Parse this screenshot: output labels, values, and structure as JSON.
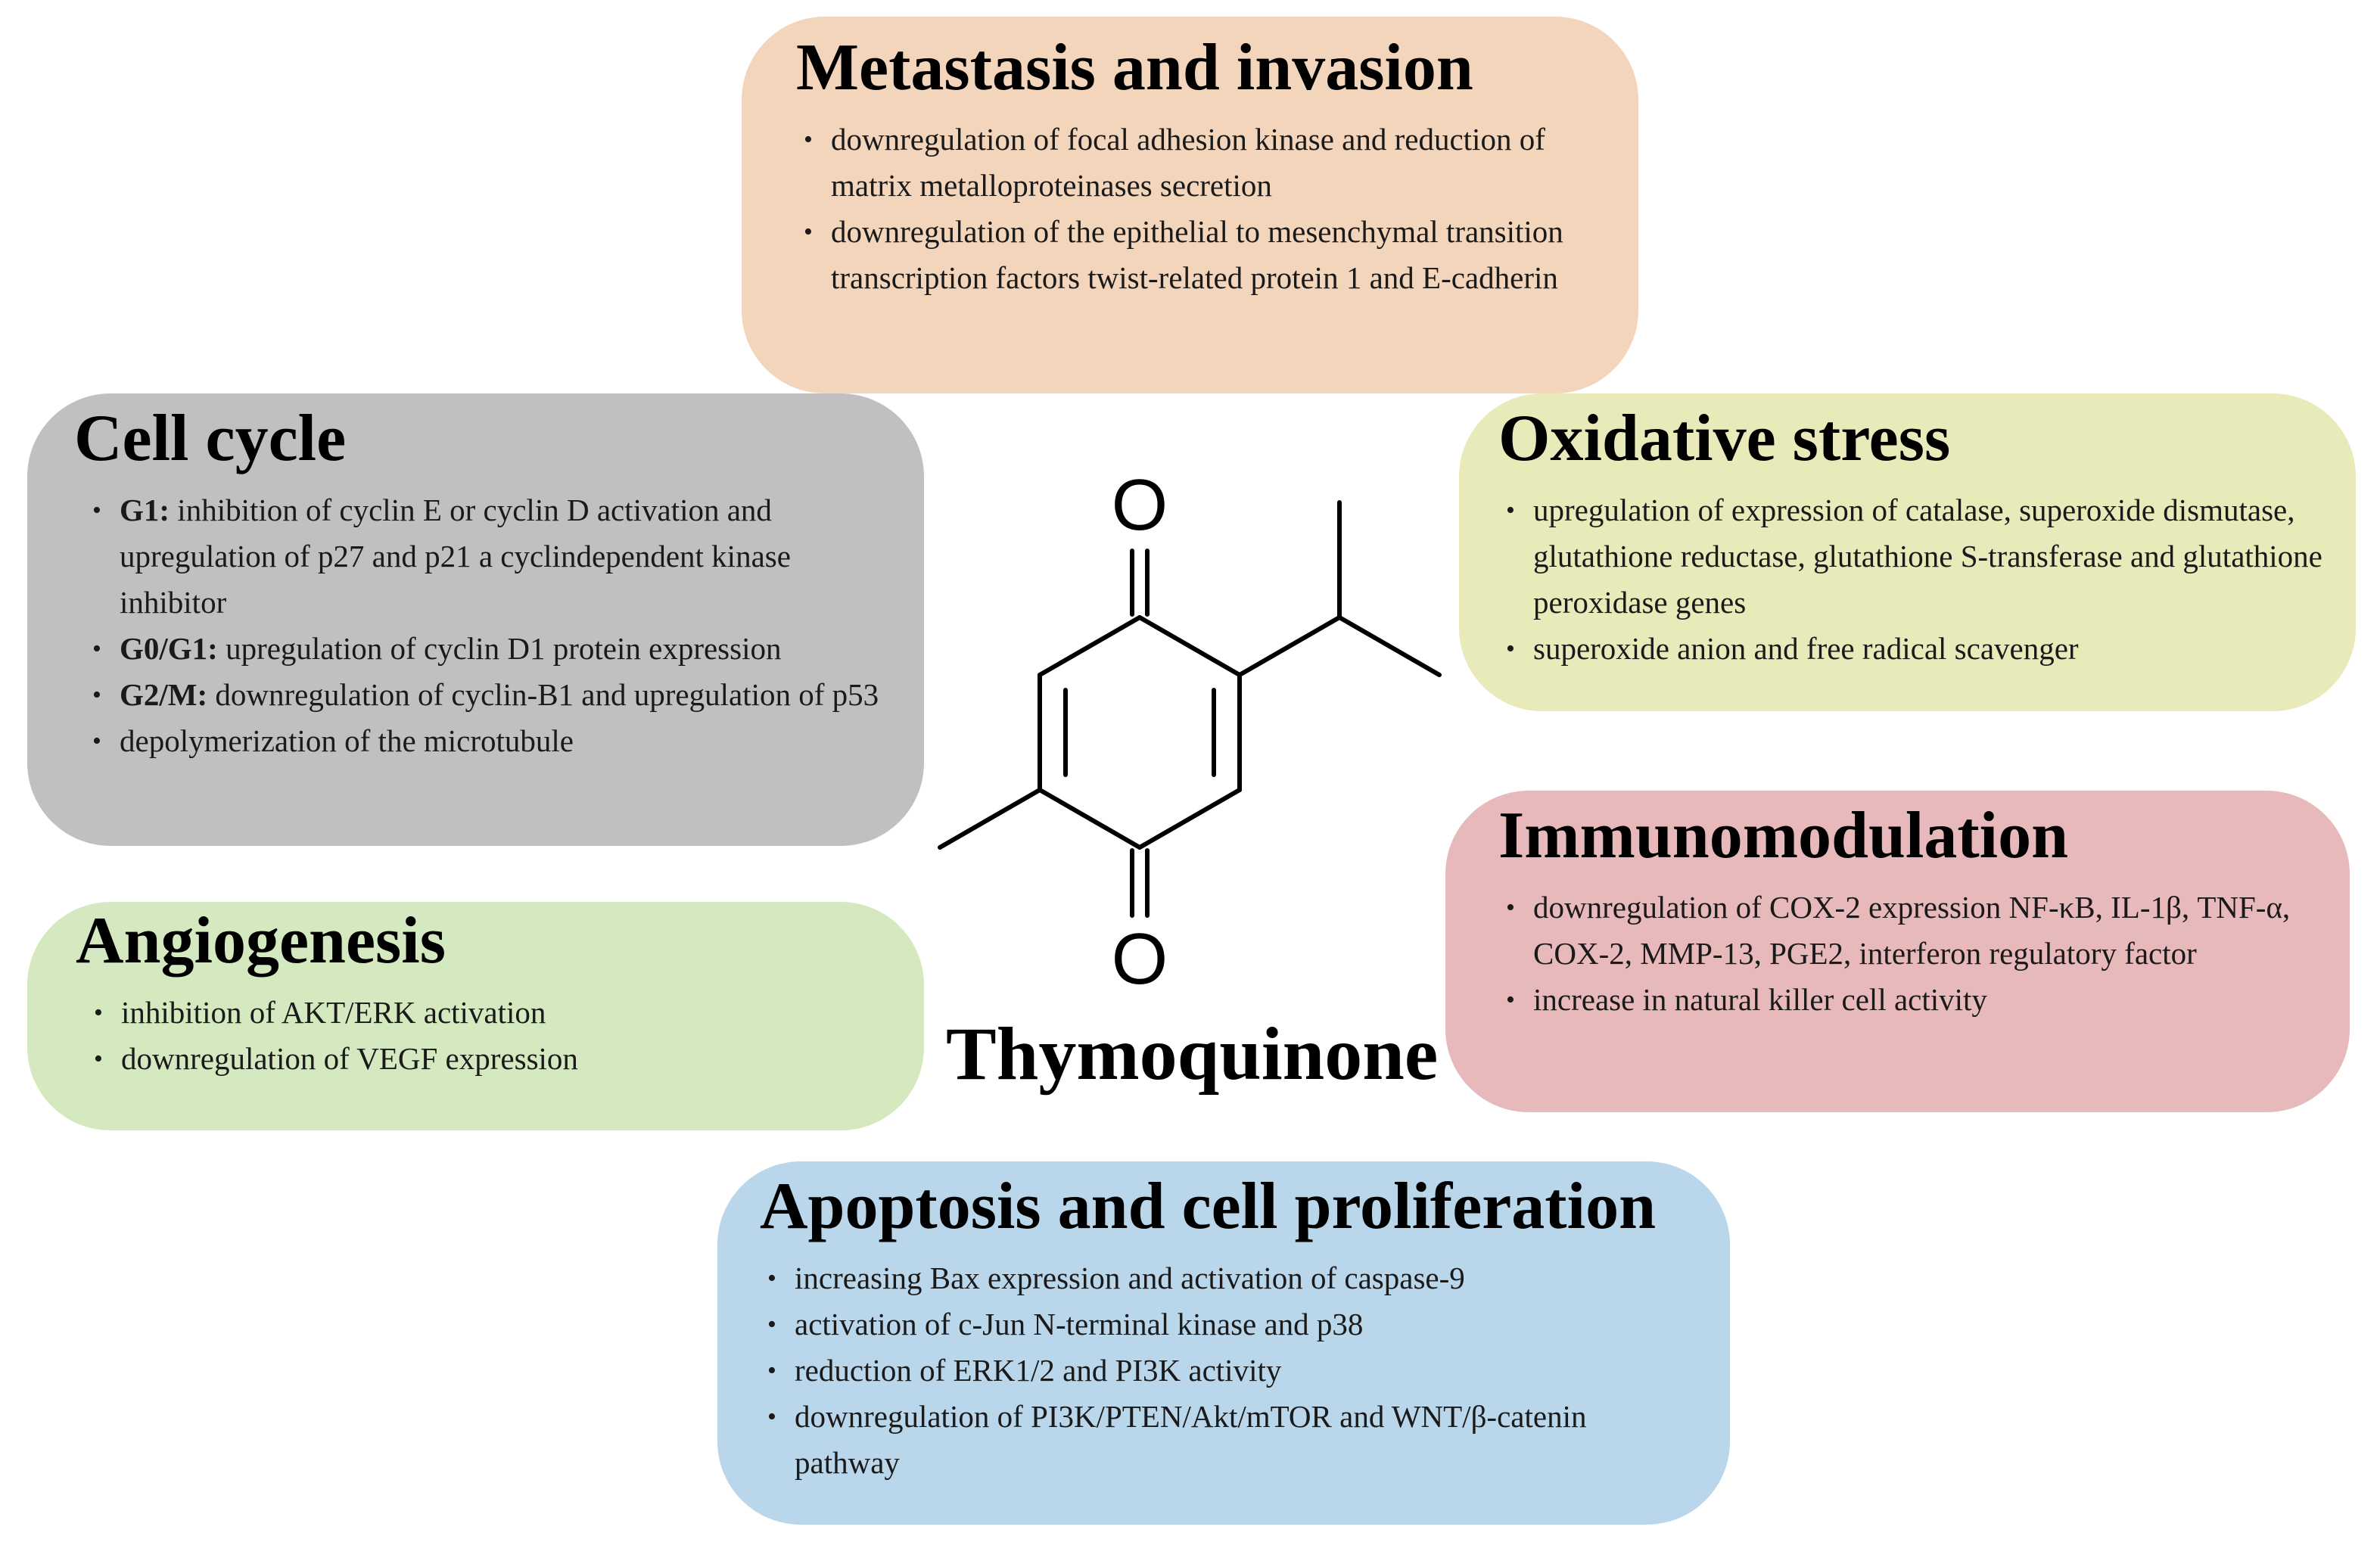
{
  "compound_name": "Thymoquinone",
  "molecule": {
    "atom_label_top": "O",
    "atom_label_bottom": "O"
  },
  "panels": {
    "metastasis": {
      "title": "Metastasis and invasion",
      "color": "#f2d5bb",
      "items": [
        {
          "text": "downregulation of focal adhesion kinase and reduction of matrix metalloproteinases secretion"
        },
        {
          "text": "downregulation of the epithelial to mesenchymal transition transcription factors twist-related protein 1 and E-cadherin"
        }
      ]
    },
    "cell_cycle": {
      "title": "Cell cycle",
      "color": "#c0c0c0",
      "items": [
        {
          "prefix": "G1:",
          "text": " inhibition of cyclin E or cyclin D activation and upregulation of p27 and p21 a cyclindependent kinase inhibitor"
        },
        {
          "prefix": "G0/G1:",
          "text": " upregulation of cyclin D1 protein expression"
        },
        {
          "prefix": "G2/M:",
          "text": " downregulation of cyclin-B1 and upregulation of p53"
        },
        {
          "text": " depolymerization of the microtubule"
        }
      ]
    },
    "oxidative": {
      "title": "Oxidative stress",
      "color": "#e8eab9",
      "items": [
        {
          "text": "upregulation of expression of catalase, superoxide dismutase, glutathione reductase, glutathione S-transferase and glutathione peroxidase genes"
        },
        {
          "text": "superoxide anion and free radical scavenger"
        }
      ]
    },
    "immuno": {
      "title": "Immunomodulation",
      "color": "#e8b9bb",
      "items": [
        {
          "text": "downregulation of COX-2 expression NF-κB, IL-1β, TNF-α, COX-2, MMP-13, PGE2, interferon regulatory factor"
        },
        {
          "text": "increase in natural killer cell activity"
        }
      ]
    },
    "angio": {
      "title": "Angiogenesis",
      "color": "#d4e9bf",
      "items": [
        {
          "text": "inhibition of AKT/ERK activation"
        },
        {
          "text": "downregulation of VEGF expression"
        }
      ]
    },
    "apoptosis": {
      "title": "Apoptosis and cell proliferation",
      "color": "#b9d6ea",
      "items": [
        {
          "text": "increasing Bax expression and activation of caspase-9"
        },
        {
          "text": "activation of c-Jun N-terminal kinase and p38"
        },
        {
          "text": "reduction of ERK1/2 and PI3K activity"
        },
        {
          "text": "downregulation of PI3K/PTEN/Akt/mTOR and WNT/β-catenin pathway"
        }
      ]
    }
  }
}
